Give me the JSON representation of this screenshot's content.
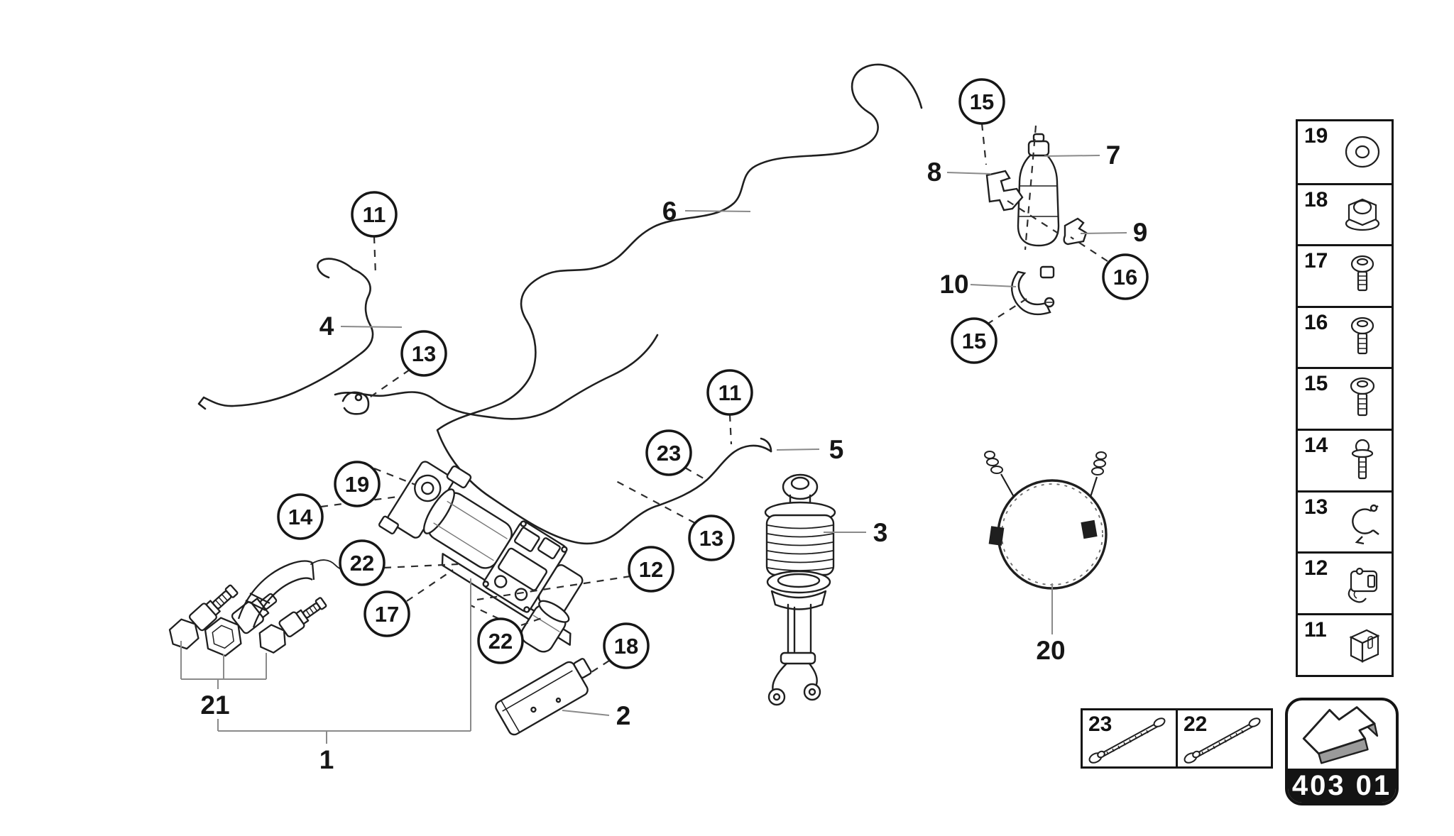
{
  "page": {
    "background": "#ffffff",
    "line_color": "#1f1f1f",
    "leader_color": "#8a8a8a"
  },
  "diagram": {
    "callouts": [
      {
        "label": "11"
      },
      {
        "label": "13"
      },
      {
        "label": "19"
      },
      {
        "label": "14"
      },
      {
        "label": "22"
      },
      {
        "label": "17"
      },
      {
        "label": "22"
      },
      {
        "label": "18"
      },
      {
        "label": "12"
      },
      {
        "label": "13"
      },
      {
        "label": "23"
      },
      {
        "label": "11"
      },
      {
        "label": "15"
      },
      {
        "label": "16"
      },
      {
        "label": "15"
      }
    ],
    "part_labels": [
      {
        "text": "4"
      },
      {
        "text": "6"
      },
      {
        "text": "5"
      },
      {
        "text": "3"
      },
      {
        "text": "7"
      },
      {
        "text": "8"
      },
      {
        "text": "9"
      },
      {
        "text": "10"
      },
      {
        "text": "20"
      },
      {
        "text": "21"
      },
      {
        "text": "1"
      },
      {
        "text": "2"
      }
    ]
  },
  "legend": {
    "items": [
      {
        "number": "19",
        "icon": "washer-icon"
      },
      {
        "number": "18",
        "icon": "flange-nut-icon"
      },
      {
        "number": "17",
        "icon": "screw-icon"
      },
      {
        "number": "16",
        "icon": "screw-icon"
      },
      {
        "number": "15",
        "icon": "screw-icon"
      },
      {
        "number": "14",
        "icon": "bolt-icon"
      },
      {
        "number": "13",
        "icon": "pipe-clamp-icon"
      },
      {
        "number": "12",
        "icon": "pipe-clip-icon"
      },
      {
        "number": "11",
        "icon": "bracket-icon"
      }
    ]
  },
  "bottom_boxes": [
    {
      "number": "23",
      "icon": "tie-strap-icon"
    },
    {
      "number": "22",
      "icon": "tie-strap-icon"
    }
  ],
  "badge": {
    "code": "403 01",
    "icon": "direction-arrow-icon"
  }
}
